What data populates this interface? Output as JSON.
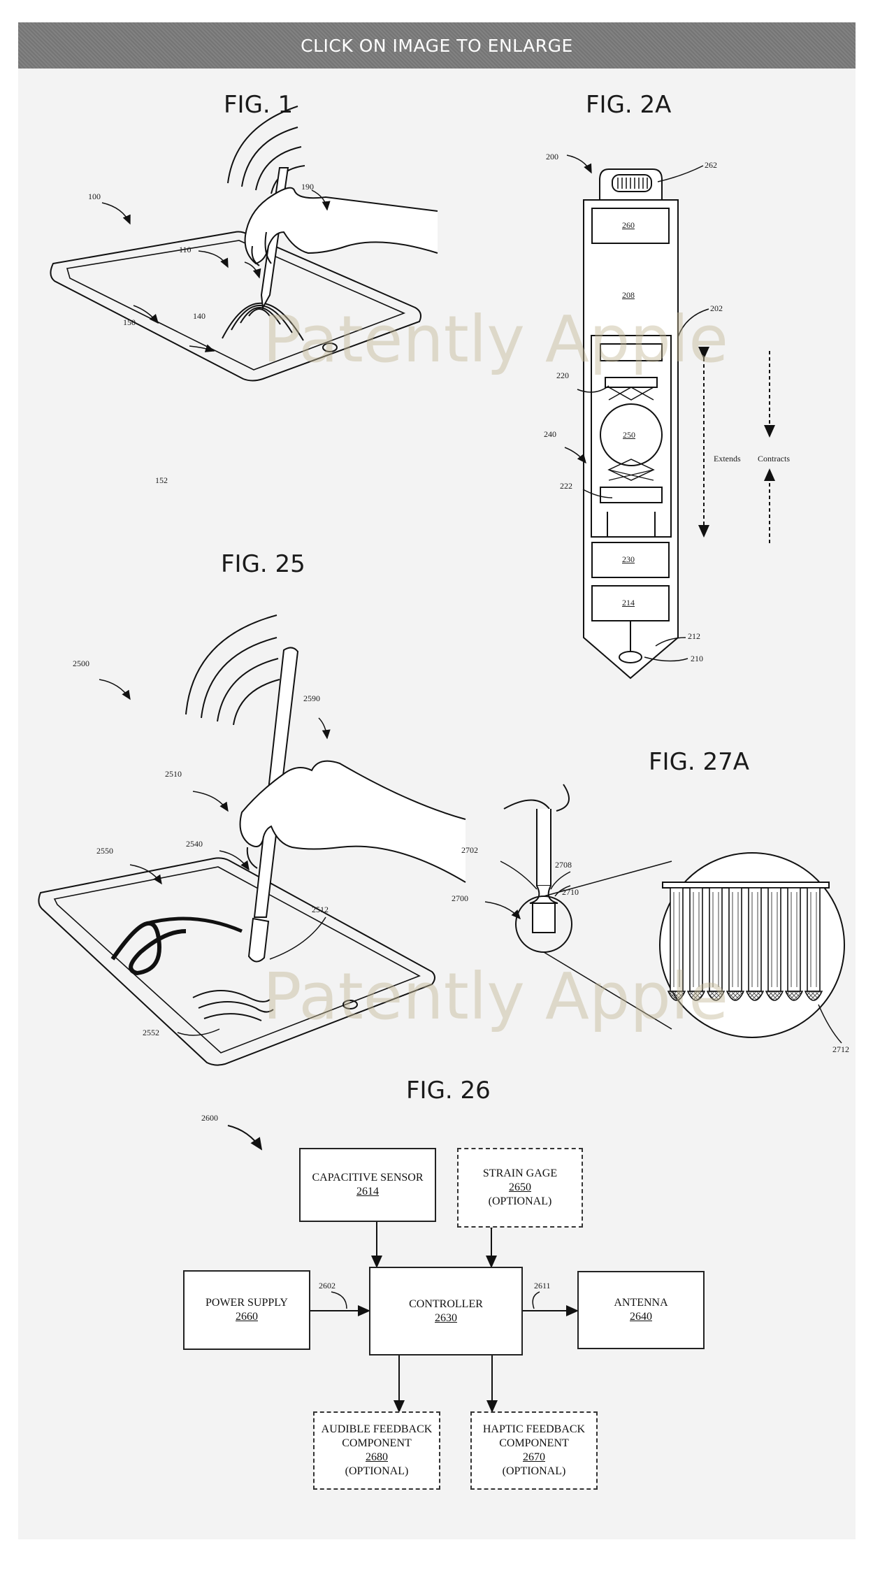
{
  "banner": {
    "text": "CLICK ON IMAGE TO ENLARGE"
  },
  "watermark": "Patently Apple",
  "fig1": {
    "label": "FIG. 1",
    "refs": {
      "r100": "100",
      "r110": "110",
      "r140": "140",
      "r150": "150",
      "r152": "152",
      "r190": "190"
    }
  },
  "fig2a": {
    "label": "FIG. 2A",
    "refs": {
      "r200": "200",
      "r262": "262",
      "r260": "260",
      "r208": "208",
      "r202": "202",
      "r220": "220",
      "r240": "240",
      "r250": "250",
      "r222": "222",
      "r230": "230",
      "r214": "214",
      "r212": "212",
      "r210": "210"
    },
    "extends": "Extends",
    "contracts": "Contracts"
  },
  "fig25": {
    "label": "FIG. 25",
    "refs": {
      "r2500": "2500",
      "r2590": "2590",
      "r2510": "2510",
      "r2550": "2550",
      "r2540": "2540",
      "r2512": "2512",
      "r2552": "2552"
    }
  },
  "fig27a": {
    "label": "FIG. 27A",
    "refs": {
      "r2702": "2702",
      "r2708": "2708",
      "r2710": "2710",
      "r2700": "2700",
      "r2712": "2712"
    }
  },
  "fig26": {
    "label": "FIG. 26",
    "refs": {
      "r2600": "2600",
      "r2602": "2602",
      "r2611": "2611"
    },
    "boxes": {
      "capacitive": {
        "name": "CAPACITIVE SENSOR",
        "num": "2614"
      },
      "strain": {
        "name": "STRAIN GAGE",
        "num": "2650",
        "note": "(OPTIONAL)"
      },
      "power": {
        "name": "POWER SUPPLY",
        "num": "2660"
      },
      "controller": {
        "name": "CONTROLLER",
        "num": "2630"
      },
      "antenna": {
        "name": "ANTENNA",
        "num": "2640"
      },
      "audible": {
        "name1": "AUDIBLE FEEDBACK",
        "name2": "COMPONENT",
        "num": "2680",
        "note": "(OPTIONAL)"
      },
      "haptic": {
        "name1": "HAPTIC FEEDBACK",
        "name2": "COMPONENT",
        "num": "2670",
        "note": "(OPTIONAL)"
      }
    }
  }
}
